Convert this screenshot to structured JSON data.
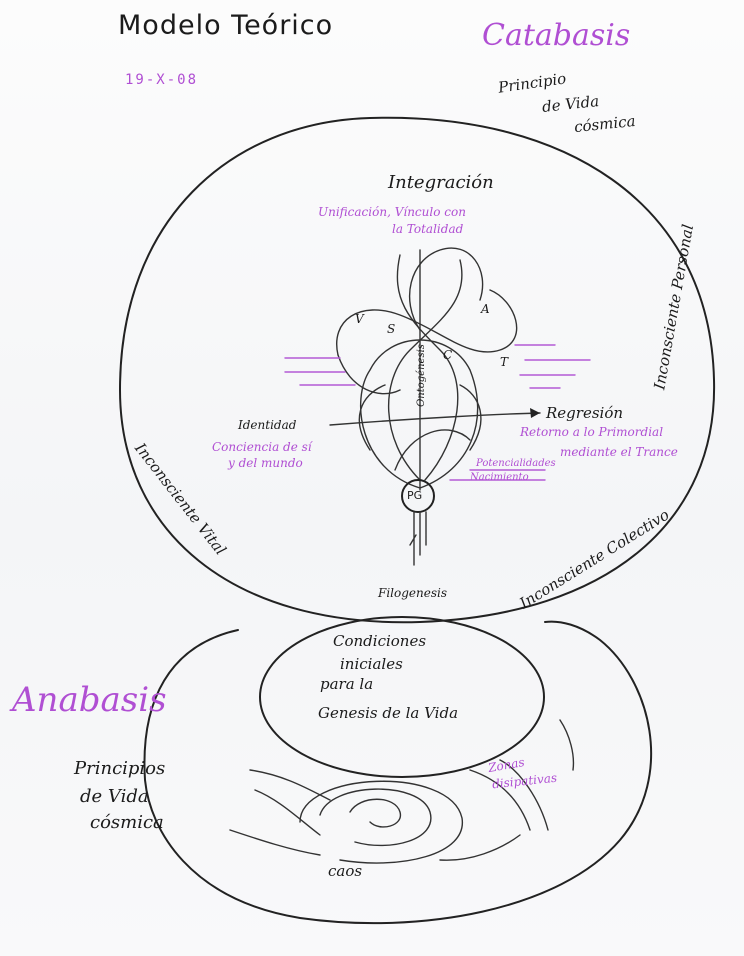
{
  "header": {
    "title": "Modelo Teórico",
    "date": "19-X-08",
    "catabasis": "Catabasis",
    "catabasis_note": [
      "Principio",
      "de Vida",
      "cósmica"
    ]
  },
  "sphere": {
    "top_label": "Integración",
    "top_sub": [
      "Unificación, Vínculo con",
      "la Totalidad"
    ],
    "left_label": "Identidad",
    "left_sub": [
      "Conciencia de sí",
      "y del mundo"
    ],
    "right_label": "Regresión",
    "right_sub": [
      "Retorno a lo Primordial",
      "mediante el Trance"
    ],
    "bottom_label": "Filogenesis",
    "left_arc": "Inconsciente Vital",
    "right_arc": "Inconsciente Personal",
    "bottom_right_arc": "Inconsciente Colectivo",
    "core_label": "PG",
    "core_notes": [
      "Potencialidades",
      "Nacimiento"
    ],
    "axis_label": "Ontogénesis",
    "letters": [
      "V",
      "S",
      "A",
      "C",
      "T"
    ]
  },
  "lower": {
    "anabasis": "Anabasis",
    "conditions": [
      "Condiciones",
      "iniciales",
      "para la",
      "Genesis de la Vida"
    ],
    "left_note": [
      "Principios",
      "de Vida",
      "cósmica"
    ],
    "zones": [
      "Zonas",
      "disipativas"
    ],
    "chaos": "caos"
  },
  "colors": {
    "ink": "#222222",
    "purple": "#b04fd3"
  }
}
